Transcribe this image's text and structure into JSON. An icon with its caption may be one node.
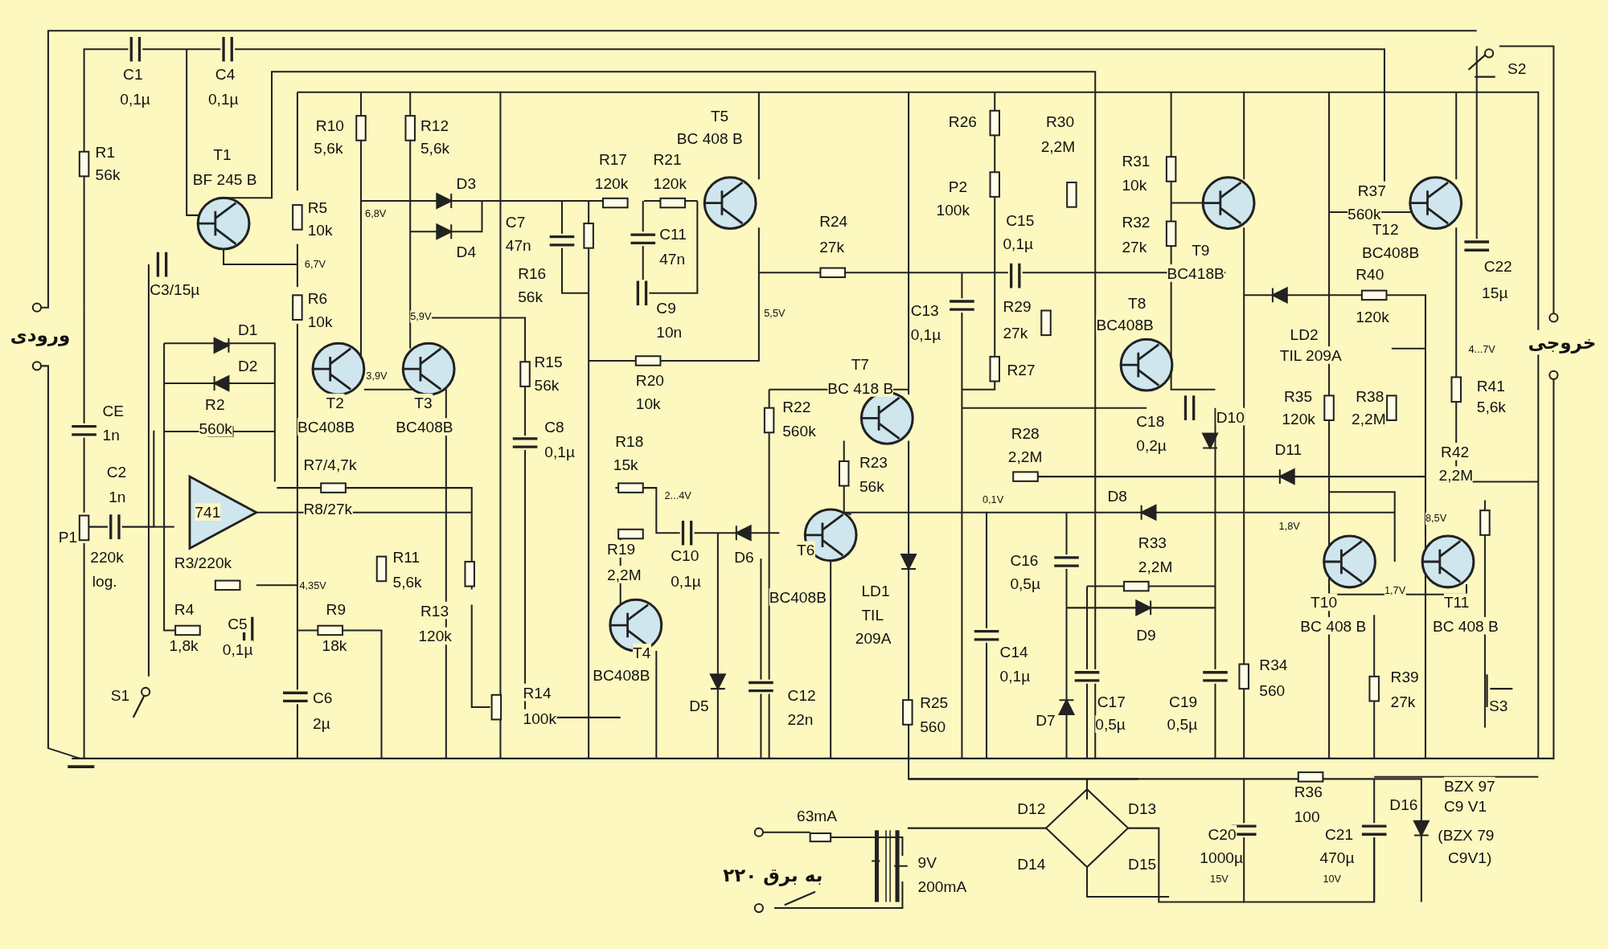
{
  "diagram": {
    "labels": [
      "ورودی",
      "C1",
      "0,1µ",
      "C4",
      "0,1µ",
      "R1",
      "56k",
      "T1",
      "BF 245 B",
      "R10",
      "5,6k",
      "R12",
      "5,6k",
      "D3",
      "6,8V",
      "R5",
      "10k",
      "D4",
      "C7",
      "47n",
      "R16",
      "56k",
      "6,7V",
      "C3/15µ",
      "R6",
      "10k",
      "5,9V",
      "D1",
      "D2",
      "3,9V",
      "R2",
      "560k",
      "T2",
      "BC408B",
      "T3",
      "BC408B",
      "CE",
      "1n",
      "R7/4,7k",
      "741",
      "R8/27k",
      "C2",
      "1n",
      "P1",
      "220k",
      "log.",
      "R3/220k",
      "4,35V",
      "R11",
      "5,6k",
      "R13",
      "120k",
      "R4",
      "1,8k",
      "C5",
      "0,1µ",
      "R9",
      "18k",
      "C6",
      "2µ",
      "S1",
      "R14",
      "100k",
      "R15",
      "56k",
      "C8",
      "0,1µ",
      "R18",
      "15k",
      "2...4V",
      "R19",
      "2,2M",
      "C10",
      "0,1µ",
      "D6",
      "T4",
      "BC408B",
      "D5",
      "T5",
      "BC 408 B",
      "R17",
      "120k",
      "R21",
      "120k",
      "C11",
      "47n",
      "C9",
      "10n",
      "R20",
      "10k",
      "5,5V",
      "R24",
      "27k",
      "T7",
      "BC 418 B",
      "C13",
      "0,1µ",
      "R22",
      "560k",
      "R23",
      "56k",
      "T6",
      "BC408B",
      "LD1",
      "TIL",
      "209A",
      "C12",
      "22n",
      "R25",
      "560",
      "R26",
      "R30",
      "2,2M",
      "P2",
      "100k",
      "C15",
      "0,1µ",
      "R29",
      "27k",
      "R27",
      "R31",
      "10k",
      "R32",
      "27k",
      "T9",
      "BC418B",
      "T8",
      "BC408B",
      "C18",
      "0,2µ",
      "D10",
      "R28",
      "2,2M",
      "0,1V",
      "D8",
      "C16",
      "0,5µ",
      "R33",
      "2,2M",
      "C14",
      "0,1µ",
      "D9",
      "D7",
      "C17",
      "0,5µ",
      "C19",
      "0,5µ",
      "LD2",
      "TIL 209A",
      "R37",
      "560k",
      "T12",
      "BC408B",
      "R40",
      "120k",
      "C22",
      "15µ",
      "S2",
      "4...7V",
      "R41",
      "5,6k",
      "R35",
      "120k",
      "R38",
      "2,2M",
      "D11",
      "R42",
      "2,2M",
      "1,8V",
      "8,5V",
      "T10",
      "BC 408 B",
      "1,7V",
      "T11",
      "BC 408 B",
      "R34",
      "560",
      "R39",
      "27k",
      "S3",
      "خروجی",
      "D12",
      "D13",
      "D14",
      "D15",
      "R36",
      "100",
      "D16",
      "BZX 97",
      "C9 V1",
      "(BZX 79",
      "C9V1)",
      "63mA",
      "9V",
      "200mA",
      "به برق ۲۲۰",
      "C20",
      "1000µ",
      "15V",
      "C21",
      "470µ",
      "10V"
    ]
  }
}
